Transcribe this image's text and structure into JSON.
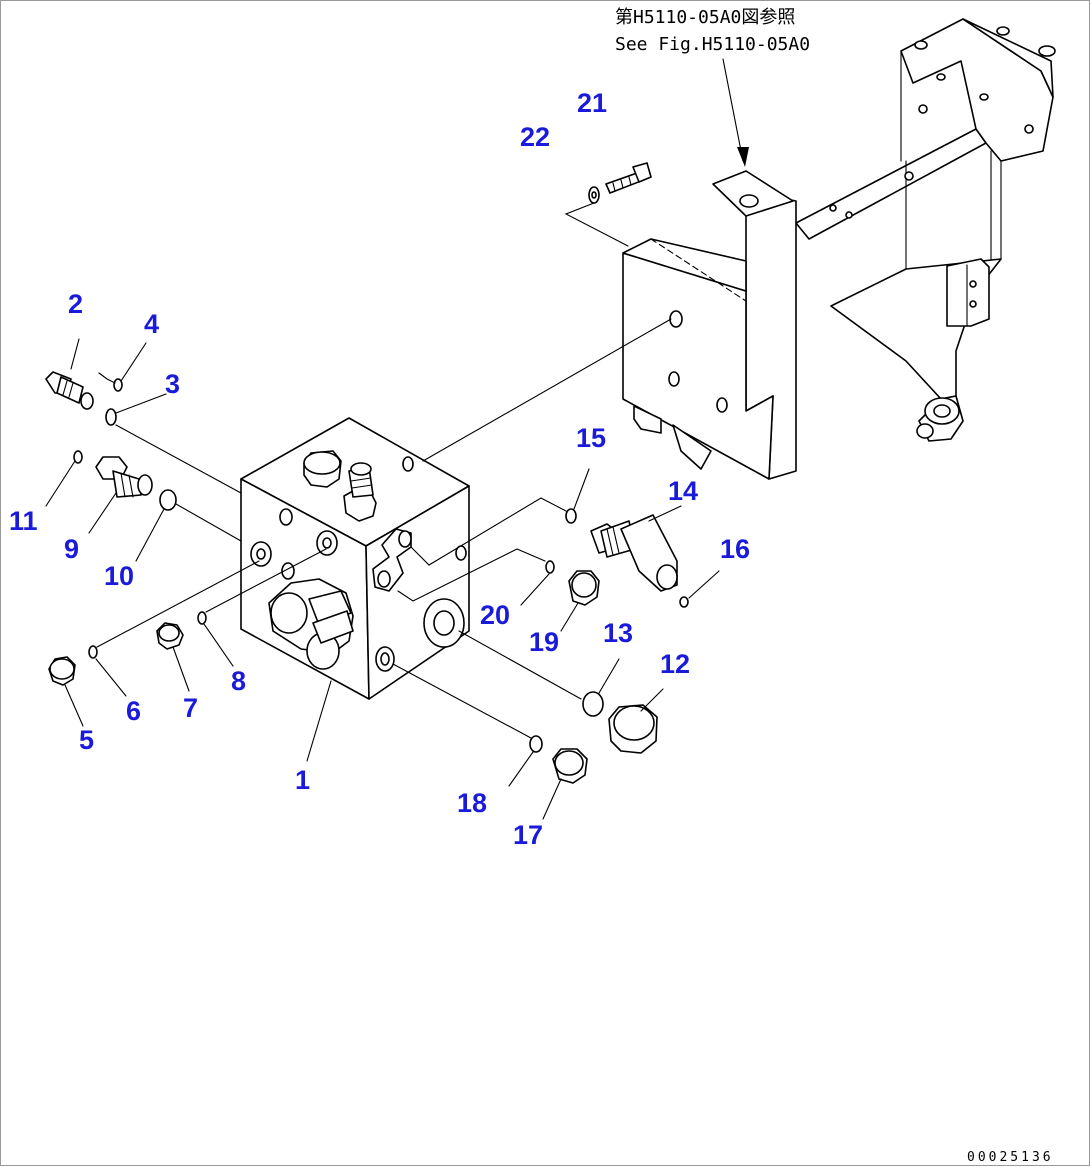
{
  "reference": {
    "line_jp": "第H5110-05A0図参照",
    "line_en": "See Fig.H5110-05A0"
  },
  "drawing_code": "00025136",
  "callouts": [
    "1",
    "2",
    "3",
    "4",
    "5",
    "6",
    "7",
    "8",
    "9",
    "10",
    "11",
    "12",
    "13",
    "14",
    "15",
    "16",
    "17",
    "18",
    "19",
    "20",
    "21",
    "22"
  ],
  "colors": {
    "callout": "#1a1adb",
    "line": "#000000",
    "background": "#ffffff"
  }
}
